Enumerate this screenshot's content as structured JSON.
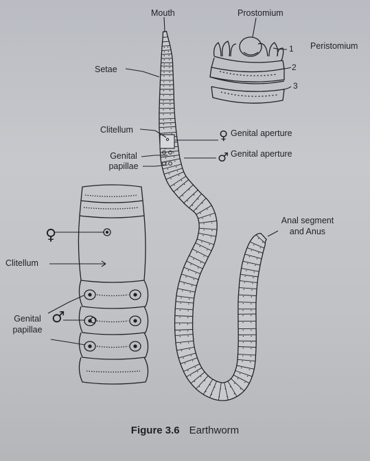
{
  "labels": {
    "mouth": "Mouth",
    "prostomium": "Prostomium",
    "peristomium": "Peristomium",
    "seg1": "1",
    "seg2": "2",
    "seg3": "3",
    "setae": "Setae",
    "clitellum_top": "Clitellum",
    "genital_papillae_top_1": "Genital",
    "genital_papillae_top_2": "papillae",
    "female_genital_aperture": "Genital aperture",
    "male_genital_aperture": "Genital aperture",
    "anal_segment_1": "Anal segment",
    "anal_segment_2": "and Anus",
    "clitellum_detail": "Clitellum",
    "genital_papillae_detail_1": "Genital",
    "genital_papillae_detail_2": "papillae"
  },
  "symbols": {
    "female": "♀",
    "male": "♂"
  },
  "caption": {
    "figure": "Figure 3.6",
    "title": "Earthworm"
  },
  "colors": {
    "ink": "#1e2026",
    "paper": "#c3c5c9"
  }
}
